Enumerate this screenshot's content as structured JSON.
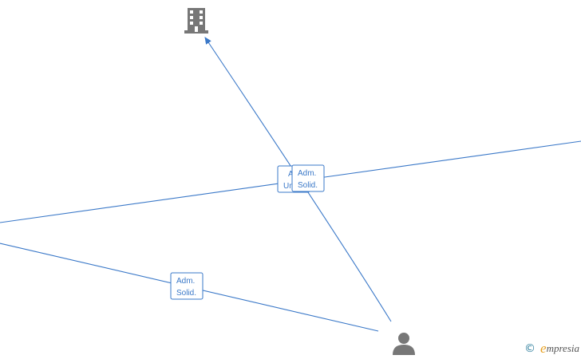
{
  "nodes": {
    "company": {
      "icon": "building-icon"
    },
    "person": {
      "icon": "person-icon"
    }
  },
  "edges": [
    {
      "id": "to-company",
      "label_line1": "Adm.",
      "label_line2": "Solid."
    },
    {
      "id": "hidden-behind",
      "label_line1": "Adm.",
      "label_line2": "Unico"
    },
    {
      "id": "to-left-lower",
      "label_line1": "Adm.",
      "label_line2": "Solid."
    },
    {
      "id": "horizontal-line"
    }
  ],
  "colors": {
    "edge": "#3a78c8",
    "icon": "#777777"
  },
  "brand": {
    "copyright": "©",
    "first_letter": "e",
    "rest": "mpresia"
  }
}
